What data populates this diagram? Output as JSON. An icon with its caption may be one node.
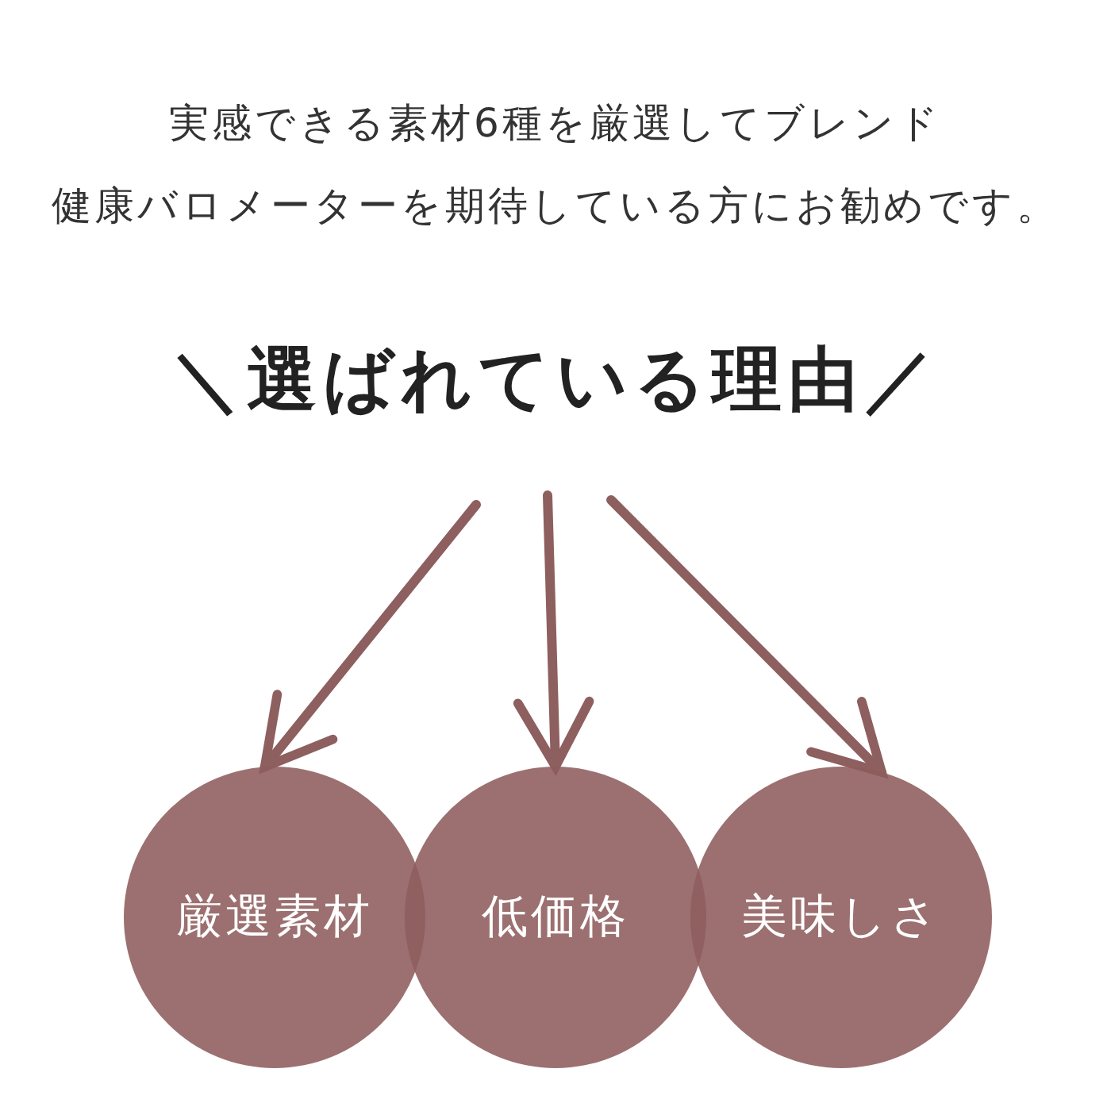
{
  "diagram": {
    "title": "＼選ばれている理由／",
    "nodes": [
      {
        "text": [
          "厳選素材"
        ]
      },
      {
        "text": [
          "低価格"
        ]
      },
      {
        "text": [
          "美味しさ"
        ]
      }
    ],
    "edges": [
      {
        "from": null,
        "to": 0,
        "arrow": "to"
      },
      {
        "from": null,
        "to": 1,
        "arrow": "to"
      },
      {
        "from": null,
        "to": 2,
        "arrow": "to"
      }
    ],
    "labels": [
      "実感できる素材6種を厳選してブレンド",
      "健康バロメーターを期待している方にお勧めです。"
    ]
  }
}
